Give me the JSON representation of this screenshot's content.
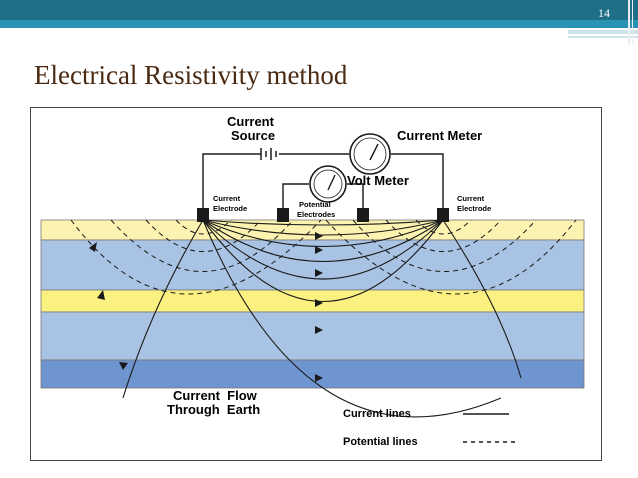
{
  "slide": {
    "number": "14",
    "title": "Electrical Resistivity method"
  },
  "diagram": {
    "labels": {
      "current_source_line1": "Current",
      "current_source_line2": "Source",
      "current_meter": "Current Meter",
      "volt_meter": "Volt Meter",
      "current_electrode_left_1": "Current",
      "current_electrode_left_2": "Electrode",
      "potential_electrodes_1": "Potential",
      "potential_electrodes_2": "Electrodes",
      "current_electrode_right_1": "Current",
      "current_electrode_right_2": "Electrode",
      "flow_line1": "Current  Flow",
      "flow_line2": "Through  Earth",
      "legend_current": "Current lines",
      "legend_potential": "Potential lines"
    },
    "colors": {
      "layer_yellow": "#fcf3b0",
      "layer_blue_light": "#a9c3e4",
      "layer_yellow_bright": "#fbf180",
      "layer_blue_dark": "#6e95d0",
      "line": "#1a1a1a"
    }
  }
}
